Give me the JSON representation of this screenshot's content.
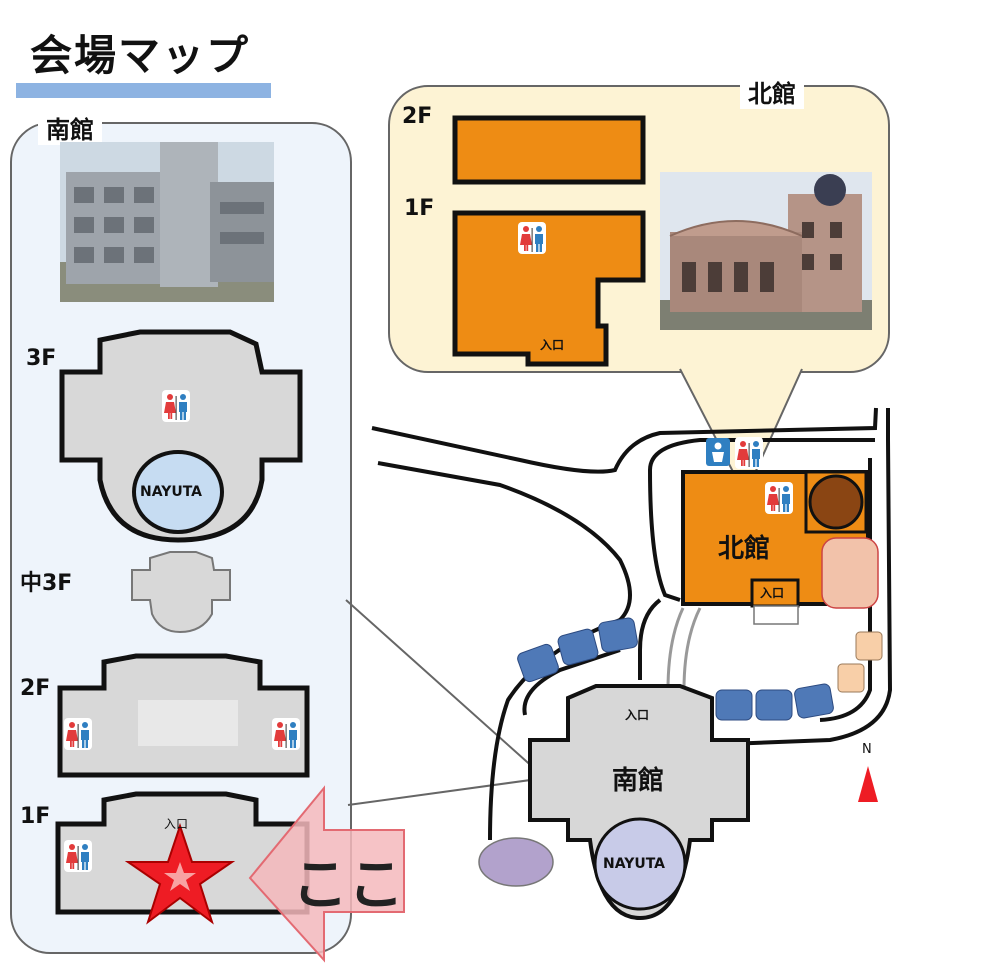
{
  "title": "会場マップ",
  "south_panel": {
    "label": "南館",
    "floors": [
      "3F",
      "中3F",
      "2F",
      "1F"
    ],
    "room_badge": "NAYUTA",
    "entrance": "入口"
  },
  "north_panel": {
    "label": "北館",
    "floors": [
      "2F",
      "1F"
    ],
    "entrance": "入口"
  },
  "map": {
    "north_building": "北館",
    "south_building": "南館",
    "north_entrance": "入口",
    "south_entrance": "入口",
    "nayuta": "NAYUTA",
    "compass": "N"
  },
  "here_label": "ここ",
  "icons": [
    "restroom-icon",
    "nursing-room-icon",
    "star-here-icon",
    "north-arrow-icon"
  ],
  "colors": {
    "north_building": "#ee8c14",
    "south_building": "#d7d7d7",
    "parking": "#4f79b7",
    "here_arrow": "#f5b8bc",
    "star": "#ee1c24",
    "nayuta": "#c8cbe8"
  }
}
